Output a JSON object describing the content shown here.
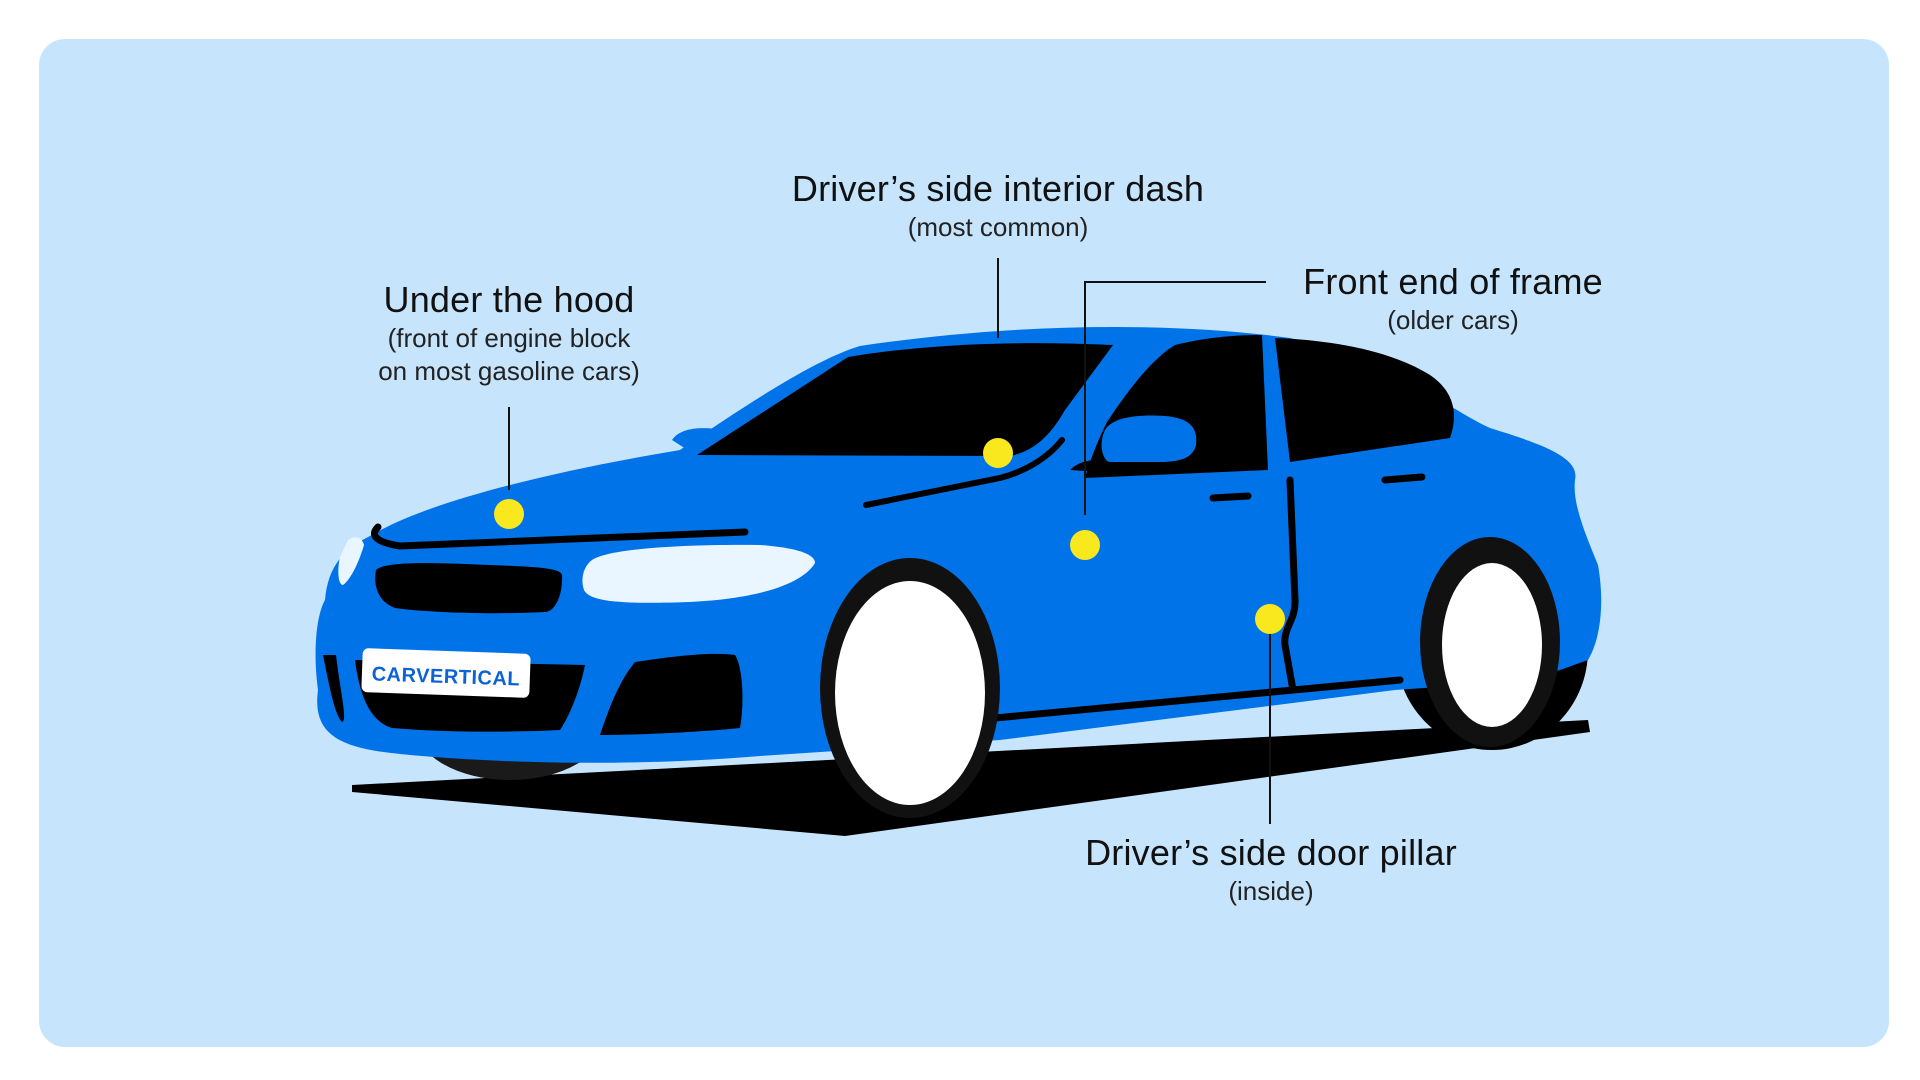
{
  "colors": {
    "background": "#c6e5fd",
    "car_body": "#0073e9",
    "windows_and_tires": "#000000",
    "marker": "#f9e81e",
    "headlight": "#eaf6ff",
    "brand": "#0b63d6"
  },
  "brand": {
    "logo_text": "CARVERTICAL"
  },
  "locations": [
    {
      "title": "Under the hood",
      "lines": [
        "(front of engine block",
        "on most gasoline cars)"
      ]
    },
    {
      "title": "Driver’s side interior dash",
      "lines": [
        "(most common)"
      ]
    },
    {
      "title": "Front end of frame",
      "lines": [
        "(older cars)"
      ]
    },
    {
      "title": "Driver’s side door pillar",
      "lines": [
        "(inside)"
      ]
    }
  ]
}
